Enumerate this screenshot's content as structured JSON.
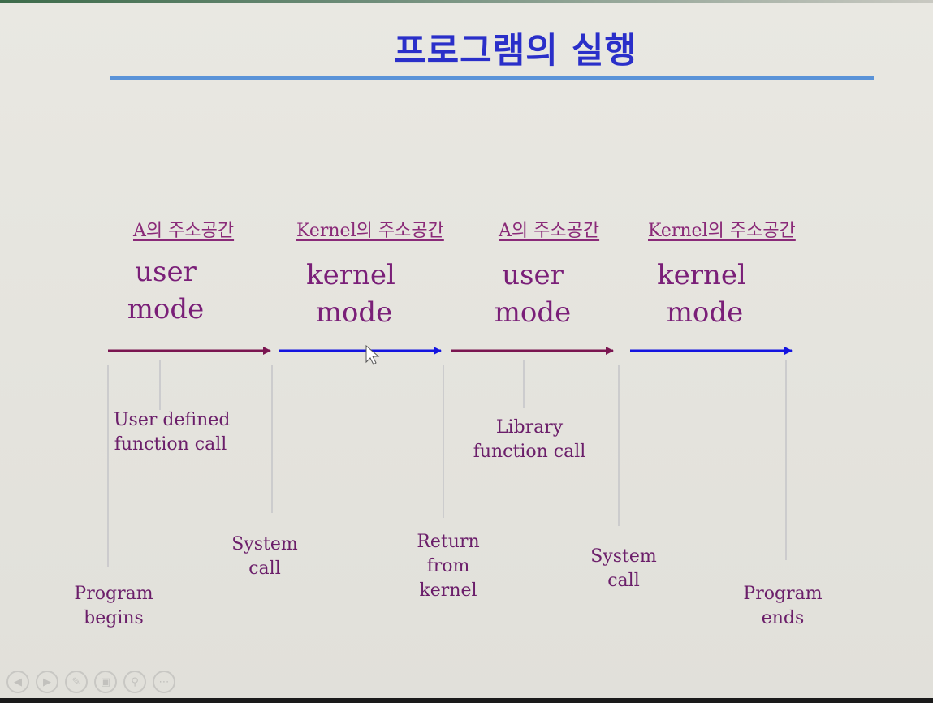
{
  "slide": {
    "title": "프로그램의 실행",
    "address_spaces": [
      "A의 주소공간",
      "Kernel의 주소공간",
      "A의 주소공간",
      "Kernel의 주소공간"
    ],
    "modes": [
      {
        "line1": "user",
        "line2": "mode"
      },
      {
        "line1": "kernel",
        "line2": "mode"
      },
      {
        "line1": "user",
        "line2": "mode"
      },
      {
        "line1": "kernel",
        "line2": "mode"
      }
    ],
    "labels": {
      "user_defined_call": {
        "line1": "User defined",
        "line2": "function call"
      },
      "library_call": {
        "line1": "Library",
        "line2": "function call"
      },
      "program_begins": {
        "line1": "Program",
        "line2": "begins"
      },
      "system_call_1": {
        "line1": "System",
        "line2": "call"
      },
      "return_from_kernel": {
        "line1": "Return",
        "line2": "from",
        "line3": "kernel"
      },
      "system_call_2": {
        "line1": "System",
        "line2": "call"
      },
      "program_ends": {
        "line1": "Program",
        "line2": "ends"
      }
    },
    "colors": {
      "title": "#2a2fc9",
      "user_mode_arrow": "#7a1550",
      "kernel_mode_arrow": "#1414e0"
    }
  },
  "nav_icons": [
    "previous-icon",
    "next-icon",
    "pen-icon",
    "slides-icon",
    "zoom-icon",
    "more-icon"
  ]
}
